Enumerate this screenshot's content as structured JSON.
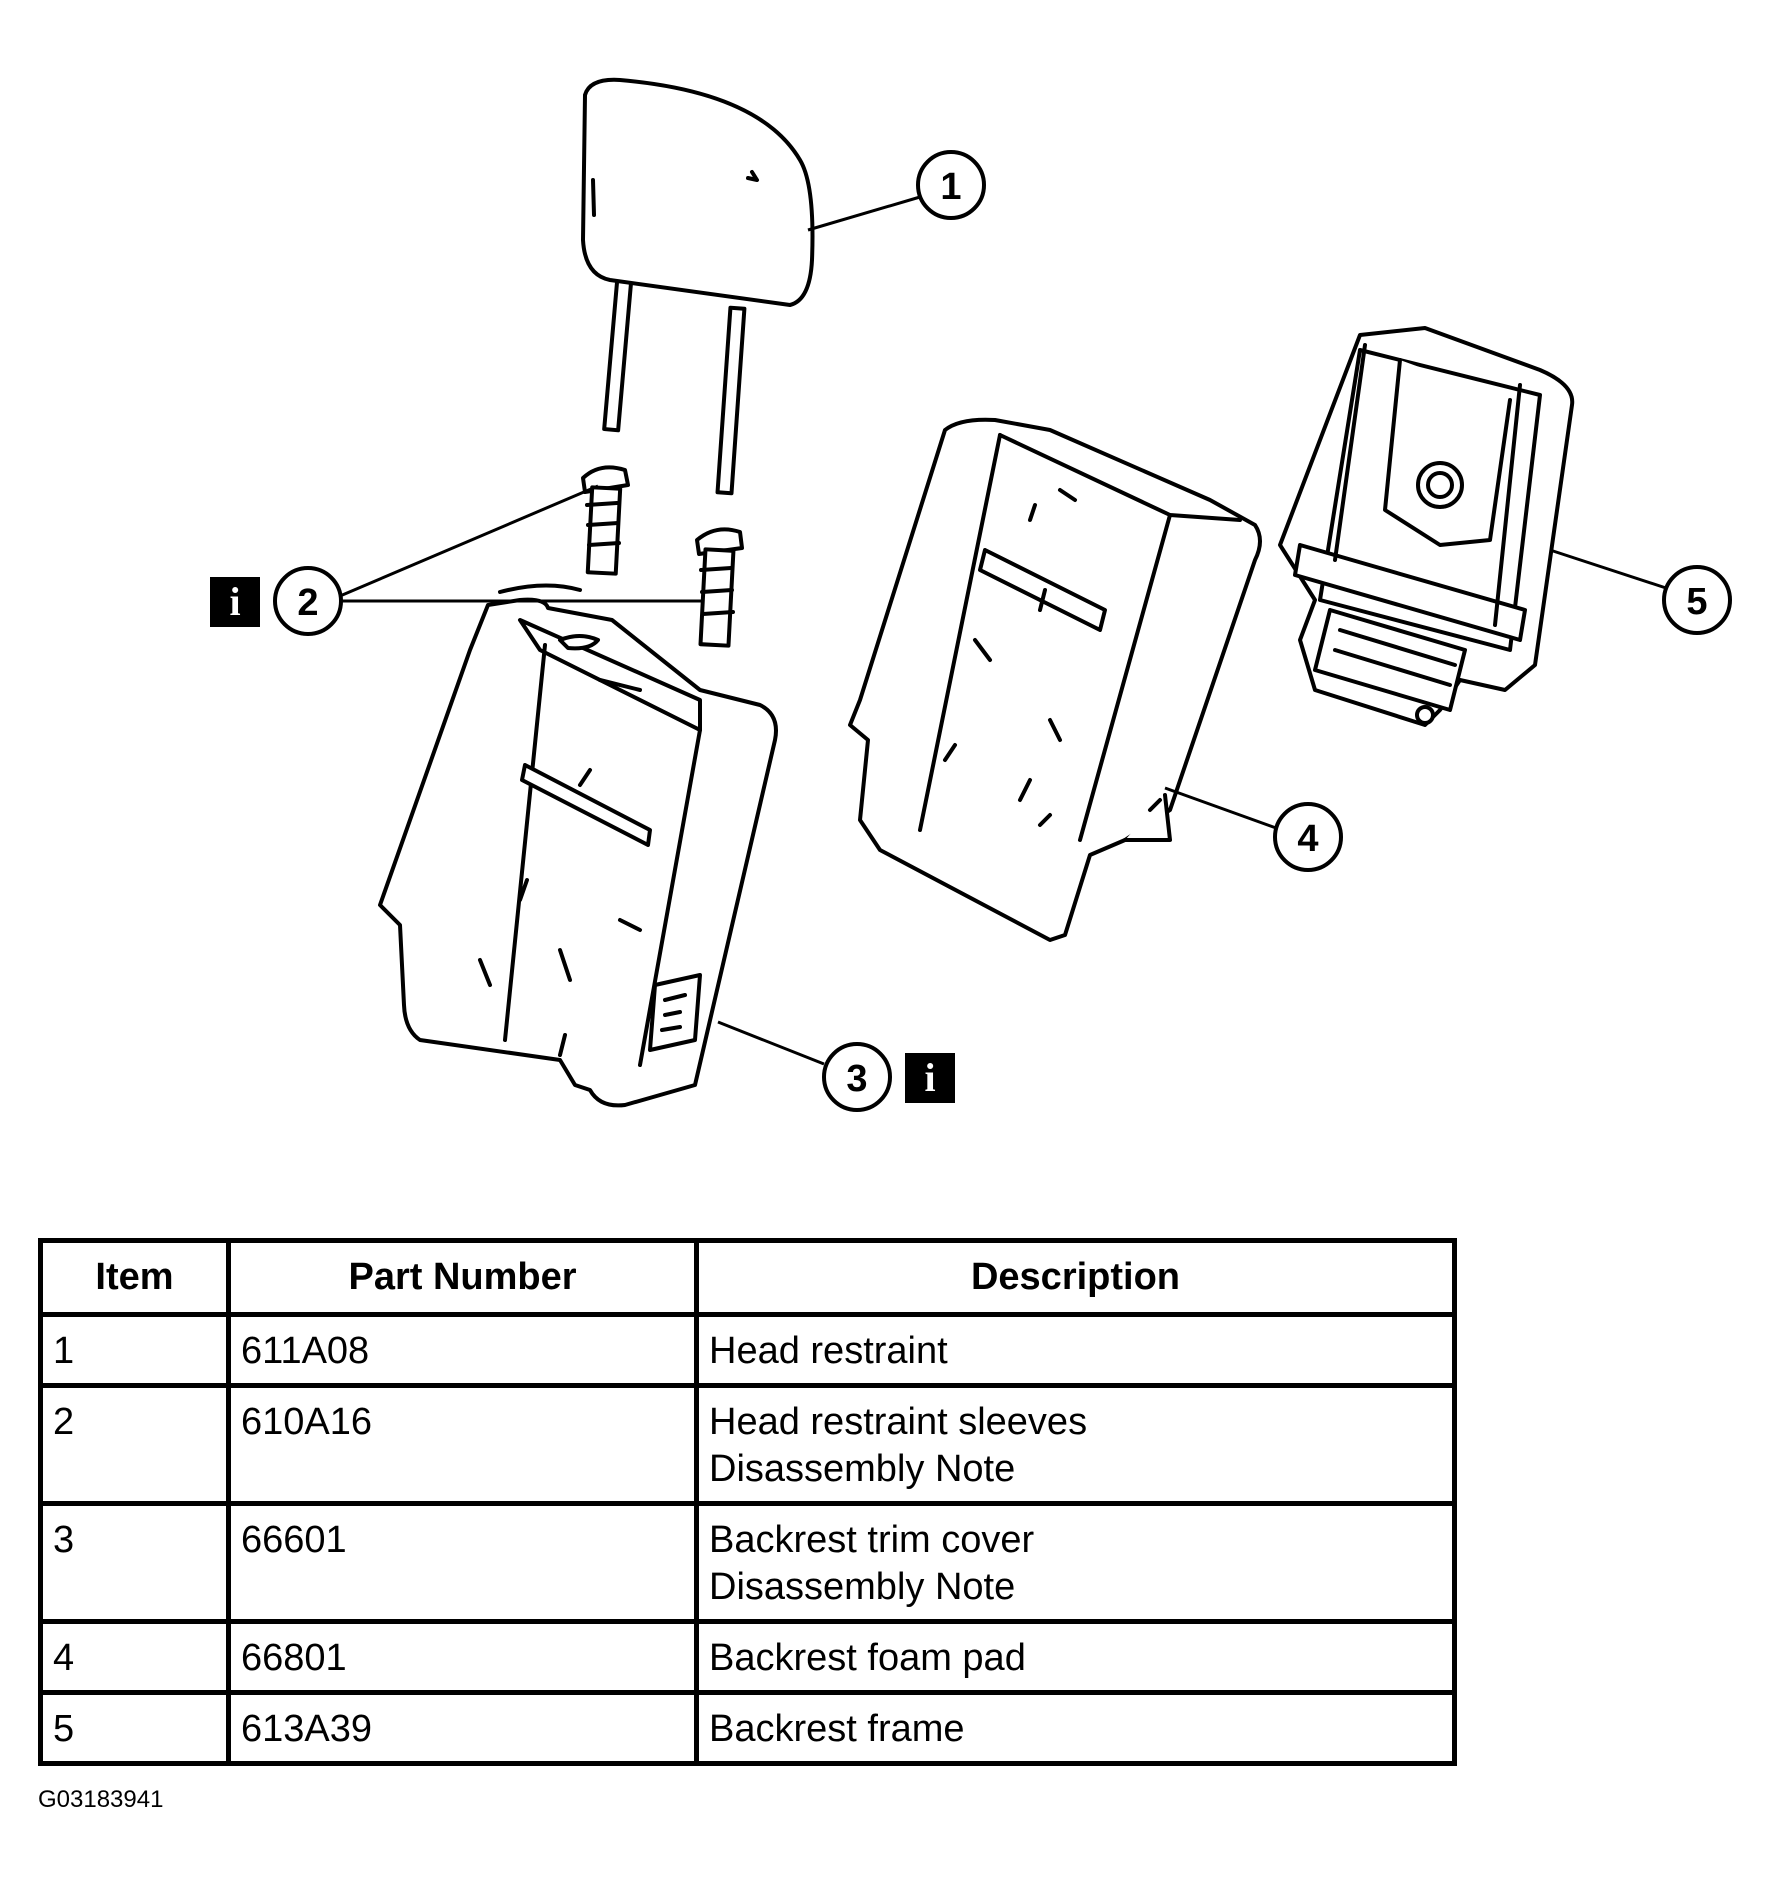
{
  "callouts": {
    "c1": "1",
    "c2": "2",
    "c3": "3",
    "c4": "4",
    "c5": "5",
    "info_symbol": "i"
  },
  "parts": {
    "head_restraint": "head-restraint",
    "sleeves": "head-restraint-sleeves",
    "trim_cover": "backrest-trim-cover",
    "foam_pad": "backrest-foam-pad",
    "frame": "backrest-frame"
  },
  "table": {
    "headers": {
      "item": "Item",
      "part_number": "Part Number",
      "description": "Description"
    },
    "rows": [
      {
        "item": "1",
        "part_number": "611A08",
        "description": "Head restraint",
        "note": ""
      },
      {
        "item": "2",
        "part_number": "610A16",
        "description": "Head restraint sleeves",
        "note": "Disassembly Note"
      },
      {
        "item": "3",
        "part_number": "66601",
        "description": "Backrest trim cover",
        "note": "Disassembly Note"
      },
      {
        "item": "4",
        "part_number": "66801",
        "description": "Backrest foam pad",
        "note": ""
      },
      {
        "item": "5",
        "part_number": "613A39",
        "description": "Backrest frame",
        "note": ""
      }
    ]
  },
  "figure_id": "G03183941",
  "colors": {
    "line": "#000000",
    "background": "#ffffff",
    "part_fill": "#ffffff"
  }
}
